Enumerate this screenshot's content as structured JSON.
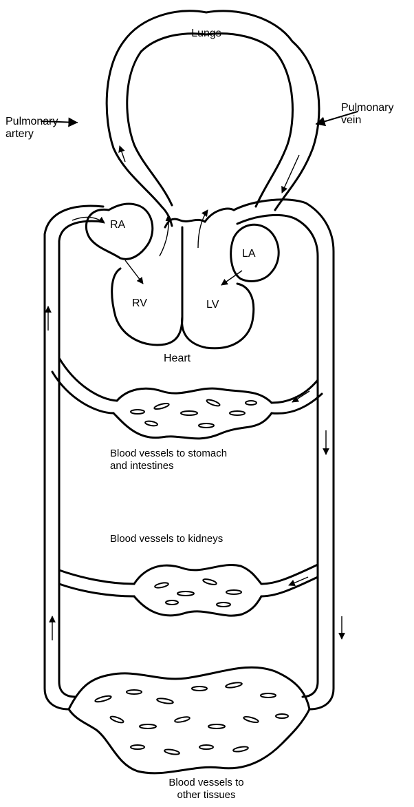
{
  "labels": {
    "lungs": "Lungs",
    "pulmonary_artery": "Pulmonary\nartery",
    "pulmonary_vein": "Pulmonary\nvein",
    "ra": "RA",
    "rv": "RV",
    "la": "LA",
    "lv": "LV",
    "heart": "Heart",
    "stomach": "Blood vessels to stomach\nand intestines",
    "kidneys": "Blood vessels to kidneys",
    "other": "Blood vessels to\nother tissues"
  },
  "colors": {
    "ink": "#000000",
    "background": "#ffffff"
  }
}
